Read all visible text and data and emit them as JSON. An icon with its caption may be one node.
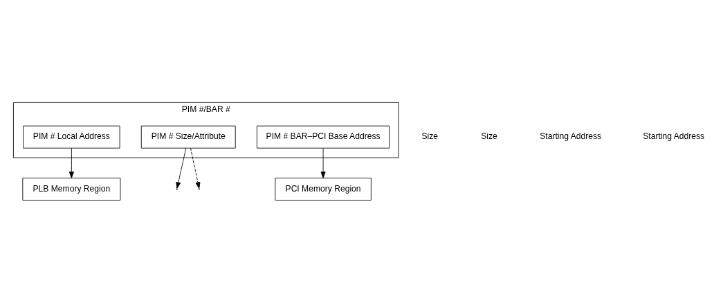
{
  "diagram": {
    "nodes": [
      {
        "text": [
          "PIM #/BAR #"
        ]
      },
      {
        "text": [
          "PIM # Local Address"
        ],
        "in": 0
      },
      {
        "text": [
          "PIM # Size/Attribute"
        ],
        "in": 0
      },
      {
        "text": [
          "PIM # BAR–PCI Base Address"
        ],
        "in": 0
      },
      {
        "text": [
          "PCI Memory Region"
        ]
      },
      {
        "text": [
          "PLB Memory Region"
        ]
      }
    ],
    "edges": [
      {
        "from": 2,
        "to": null,
        "arrow": "to"
      },
      {
        "from": 2,
        "to": null,
        "arrow": "to",
        "style": "dashed"
      },
      {
        "from": 3,
        "to": 4,
        "arrow": "to"
      },
      {
        "from": 1,
        "to": 5,
        "arrow": "to"
      }
    ],
    "labels": [
      "Size",
      "Size",
      "Starting Address",
      "Starting Address"
    ]
  }
}
